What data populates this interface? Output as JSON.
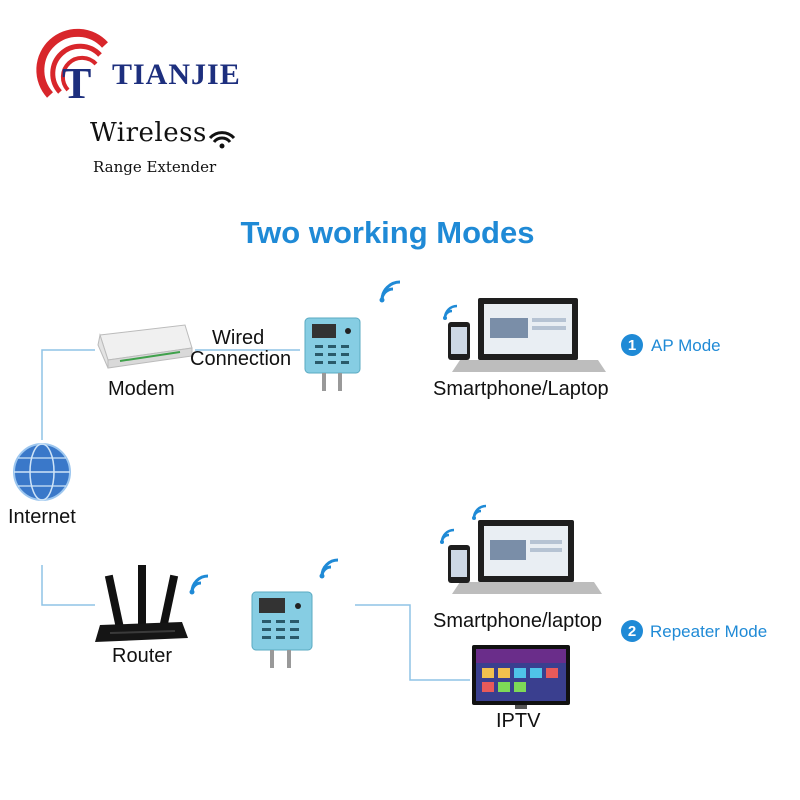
{
  "brand": {
    "name": "TIANJIE",
    "tagline_line1": "Wireless",
    "tagline_line2": "Range Extender"
  },
  "headline": "Two working Modes",
  "labels": {
    "wired_line1": "Wired",
    "wired_line2": "Connection",
    "modem": "Modem",
    "internet": "Internet",
    "router": "Router",
    "devices_top": "Smartphone/Laptop",
    "devices_bottom": "Smartphone/laptop",
    "iptv": "IPTV"
  },
  "modes": [
    {
      "number": "1",
      "label": "AP Mode"
    },
    {
      "number": "2",
      "label": "Repeater Mode"
    }
  ],
  "colors": {
    "accent": "#1f8ad6",
    "brand_navy": "#1d2f7e",
    "brand_red": "#d8262b",
    "extender_body": "#86cde3"
  }
}
